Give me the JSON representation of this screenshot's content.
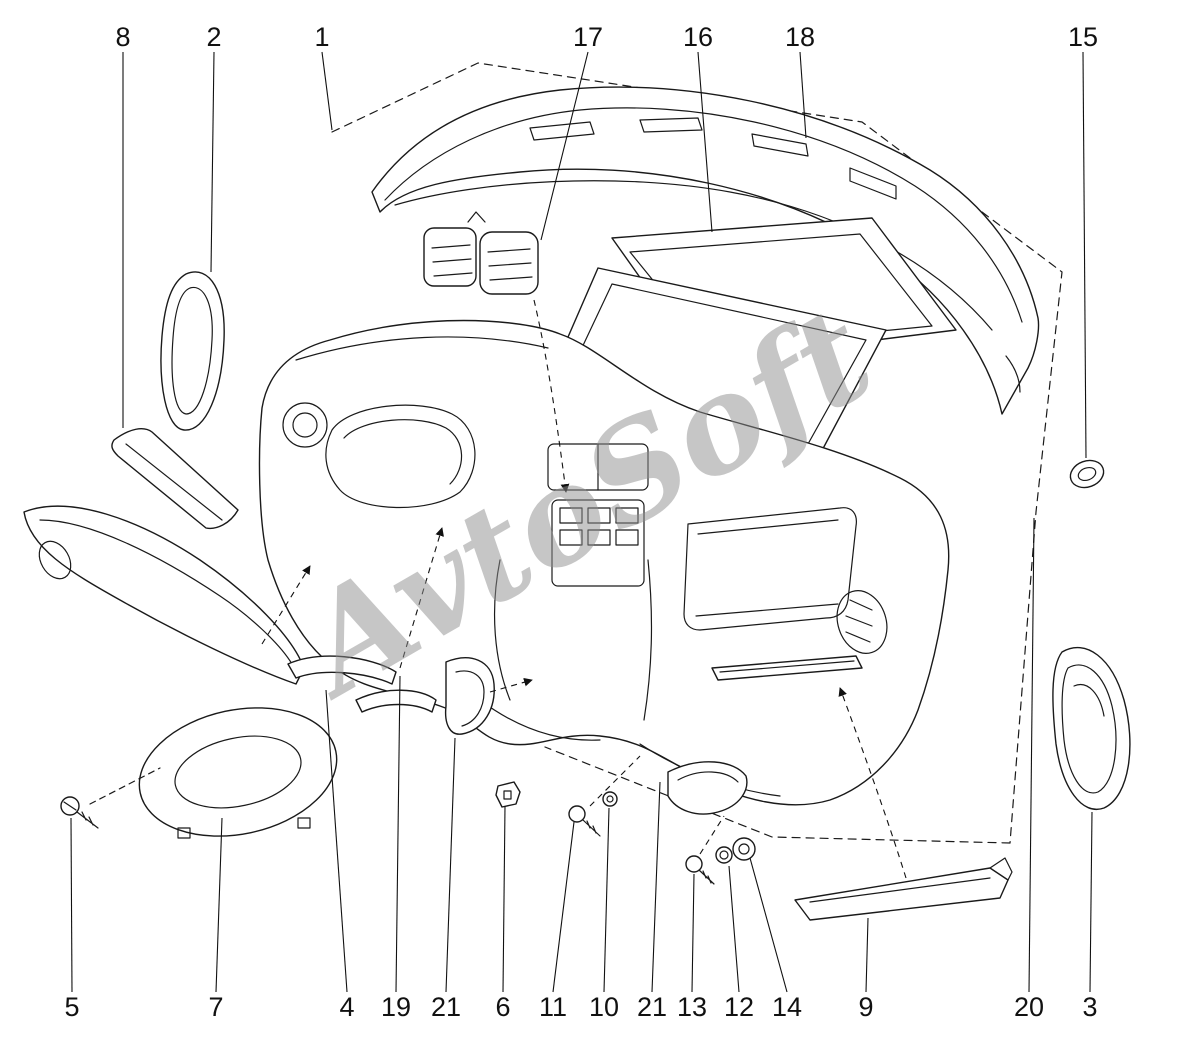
{
  "watermark": {
    "text": "AvtoSoft",
    "color": "#8f8f8f"
  },
  "colors": {
    "line": "#1a1a1a",
    "background": "#ffffff",
    "label": "#111111"
  },
  "callouts": {
    "top": [
      {
        "label": "8"
      },
      {
        "label": "2"
      },
      {
        "label": "1"
      },
      {
        "label": "17"
      },
      {
        "label": "16"
      },
      {
        "label": "18"
      },
      {
        "label": "15"
      }
    ],
    "bottom": [
      {
        "label": "5"
      },
      {
        "label": "7"
      },
      {
        "label": "4"
      },
      {
        "label": "19"
      },
      {
        "label": "21"
      },
      {
        "label": "6"
      },
      {
        "label": "11"
      },
      {
        "label": "10"
      },
      {
        "label": "21"
      },
      {
        "label": "13"
      },
      {
        "label": "12"
      },
      {
        "label": "14"
      },
      {
        "label": "9"
      },
      {
        "label": "20"
      },
      {
        "label": "3"
      }
    ]
  }
}
